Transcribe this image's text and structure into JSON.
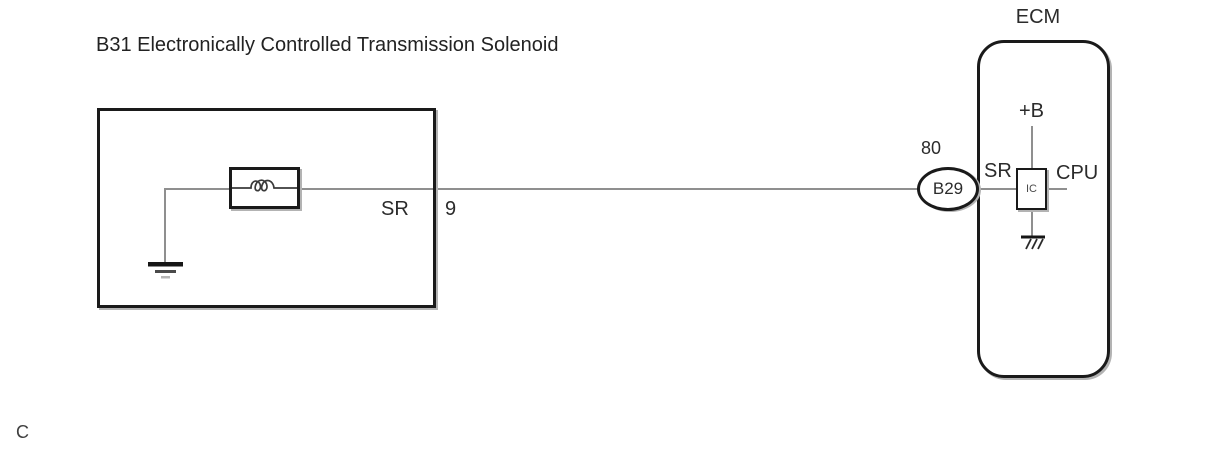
{
  "diagram": {
    "title": "B31 Electronically Controlled Transmission Solenoid",
    "corner_marker": "C",
    "solenoid": {
      "wire_label": "SR",
      "pin_number": "9"
    },
    "connector": {
      "pin_number": "80",
      "label": "B29"
    },
    "ecm": {
      "title": "ECM",
      "wire_label": "SR",
      "power_label": "+B",
      "cpu_label": "CPU",
      "ic_label": "IC"
    },
    "colors": {
      "wire": "#8f8f8f",
      "outline": "#1a1a1a",
      "text": "#2b2b2b"
    }
  }
}
